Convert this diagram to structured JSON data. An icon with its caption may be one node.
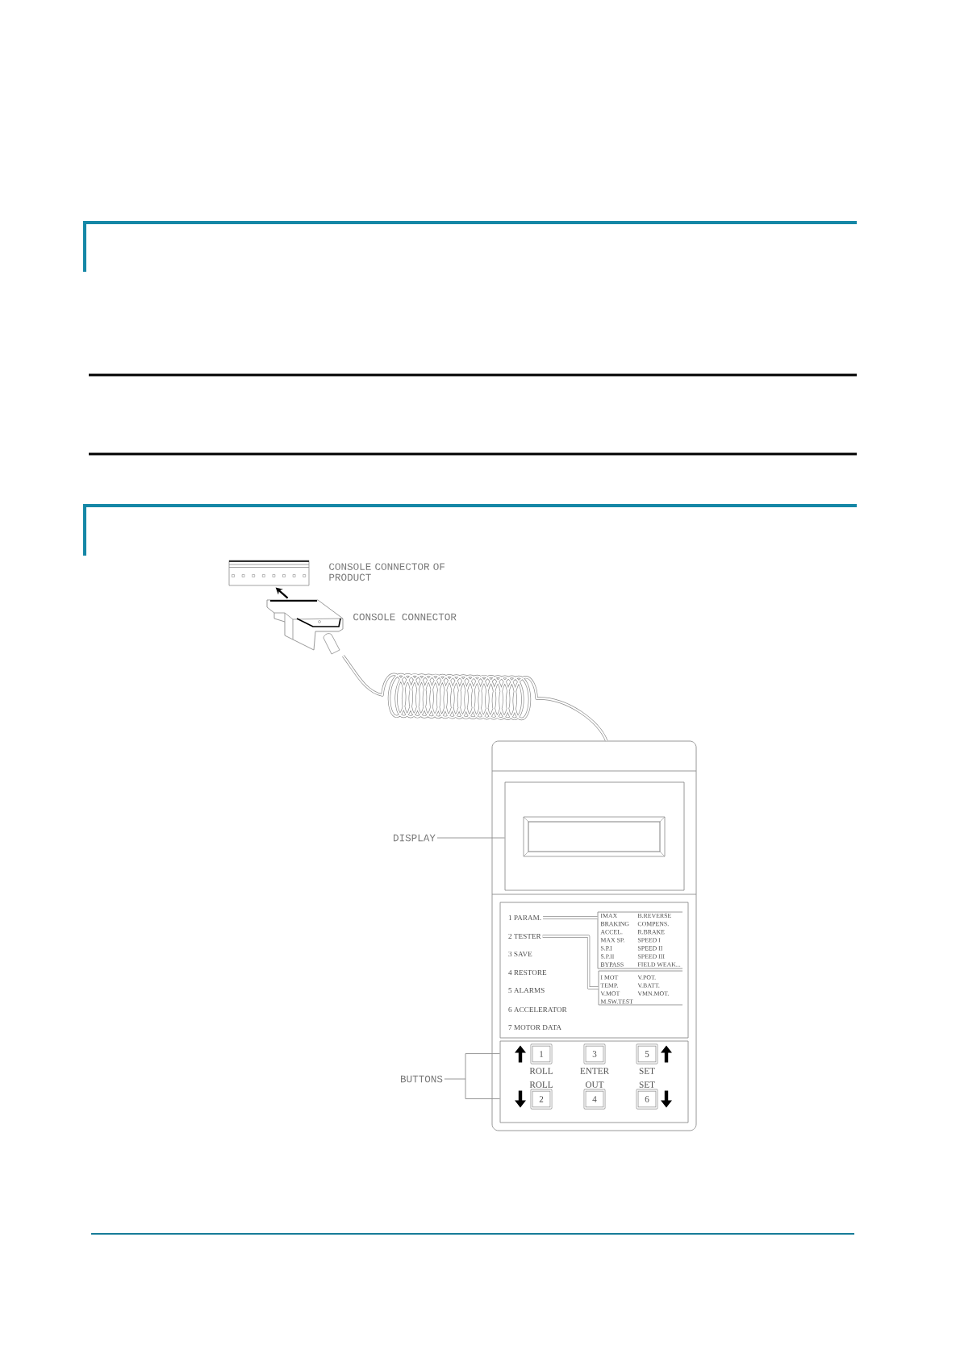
{
  "diagram": {
    "nodes": [
      {
        "text": [],
        "shape": "picture",
        "beside": [
          "CONSOLE CONNECTOR OF PRODUCT"
        ]
      },
      {
        "text": [],
        "shape": "picture",
        "beside": [
          "CONSOLE CONNECTOR"
        ]
      },
      {
        "text": [],
        "shape": "box"
      },
      {
        "text": [],
        "shape": "box",
        "in": 2
      },
      {
        "text": [
          "DISPLAY"
        ]
      },
      {
        "text": [],
        "shape": "box",
        "in": 2
      },
      {
        "text": [
          "1 PARAM."
        ],
        "in": 5
      },
      {
        "text": [
          "2 TESTER"
        ],
        "in": 5
      },
      {
        "text": [
          "3 SAVE"
        ],
        "in": 5
      },
      {
        "text": [
          "4 RESTORE"
        ],
        "in": 5
      },
      {
        "text": [
          "5 ALARMS"
        ],
        "in": 5
      },
      {
        "text": [
          "6 ACCELERATOR"
        ],
        "in": 5
      },
      {
        "text": [
          "7 MOTOR DATA"
        ],
        "in": 5
      },
      {
        "text": [
          "IMAX",
          "B.REVERSE",
          "BRAKING",
          "COMPENS.",
          "ACCEL.",
          "R.BRAKE",
          "MAX SP.",
          "SPEED I",
          "S.P.I",
          "SPEED II",
          "S.P.II",
          "SPEED III",
          "BYPASS",
          "FIELD WEAK..."
        ],
        "in": 5
      },
      {
        "text": [
          "I MOT",
          "V.POT.",
          "TEMP.",
          "V.BATT.",
          "V.MOT",
          "VMN.MOT.",
          "M.SW.TEST"
        ],
        "in": 5
      },
      {
        "text": [
          "BUTTONS"
        ]
      },
      {
        "text": [],
        "shape": "box",
        "in": 2
      },
      {
        "text": [
          "1"
        ],
        "beside": [
          "ROLL"
        ],
        "in": 16
      },
      {
        "text": [
          "3"
        ],
        "beside": [
          "ENTER"
        ],
        "in": 16
      },
      {
        "text": [
          "5"
        ],
        "beside": [
          "SET"
        ],
        "in": 16
      },
      {
        "text": [
          "2"
        ],
        "beside": [
          "ROLL"
        ],
        "in": 16
      },
      {
        "text": [
          "4"
        ],
        "beside": [
          "OUT"
        ],
        "in": 16
      },
      {
        "text": [
          "6"
        ],
        "beside": [
          "SET"
        ],
        "in": 16
      }
    ],
    "edges": [
      {
        "from": 1,
        "to": 0,
        "arrow": "to",
        "color": "#000000"
      },
      {
        "from": 1,
        "to": 2,
        "arrow": "none"
      },
      {
        "from": 4,
        "to": 3,
        "arrow": "none"
      },
      {
        "from": 6,
        "to": 13,
        "arrow": "none"
      },
      {
        "from": 7,
        "to": 14,
        "arrow": "none"
      },
      {
        "from": 15,
        "to": 16,
        "arrow": "none"
      }
    ]
  }
}
